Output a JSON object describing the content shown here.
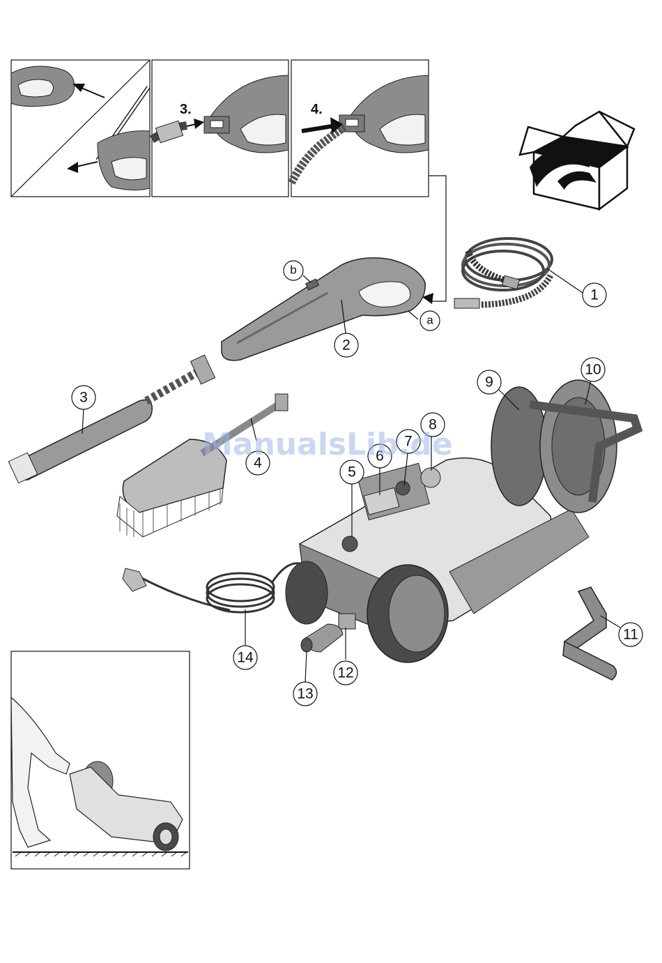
{
  "steps": {
    "step3": "3.",
    "step4": "4."
  },
  "callouts": {
    "c1": "1",
    "c2": "2",
    "c3": "3",
    "c4": "4",
    "c5": "5",
    "c6": "6",
    "c7": "7",
    "c8": "8",
    "c9": "9",
    "c10": "10",
    "c11": "11",
    "c12": "12",
    "c13": "13",
    "c14": "14",
    "ca": "a",
    "cb": "b"
  },
  "watermark": "ManualsLib.de",
  "colors": {
    "line": "#111111",
    "part_dark": "#6e6e6e",
    "part_mid": "#9a9a9a",
    "part_light": "#cfcfcf",
    "part_lighter": "#e4e4e4",
    "watermark": "#9fb6e8"
  }
}
